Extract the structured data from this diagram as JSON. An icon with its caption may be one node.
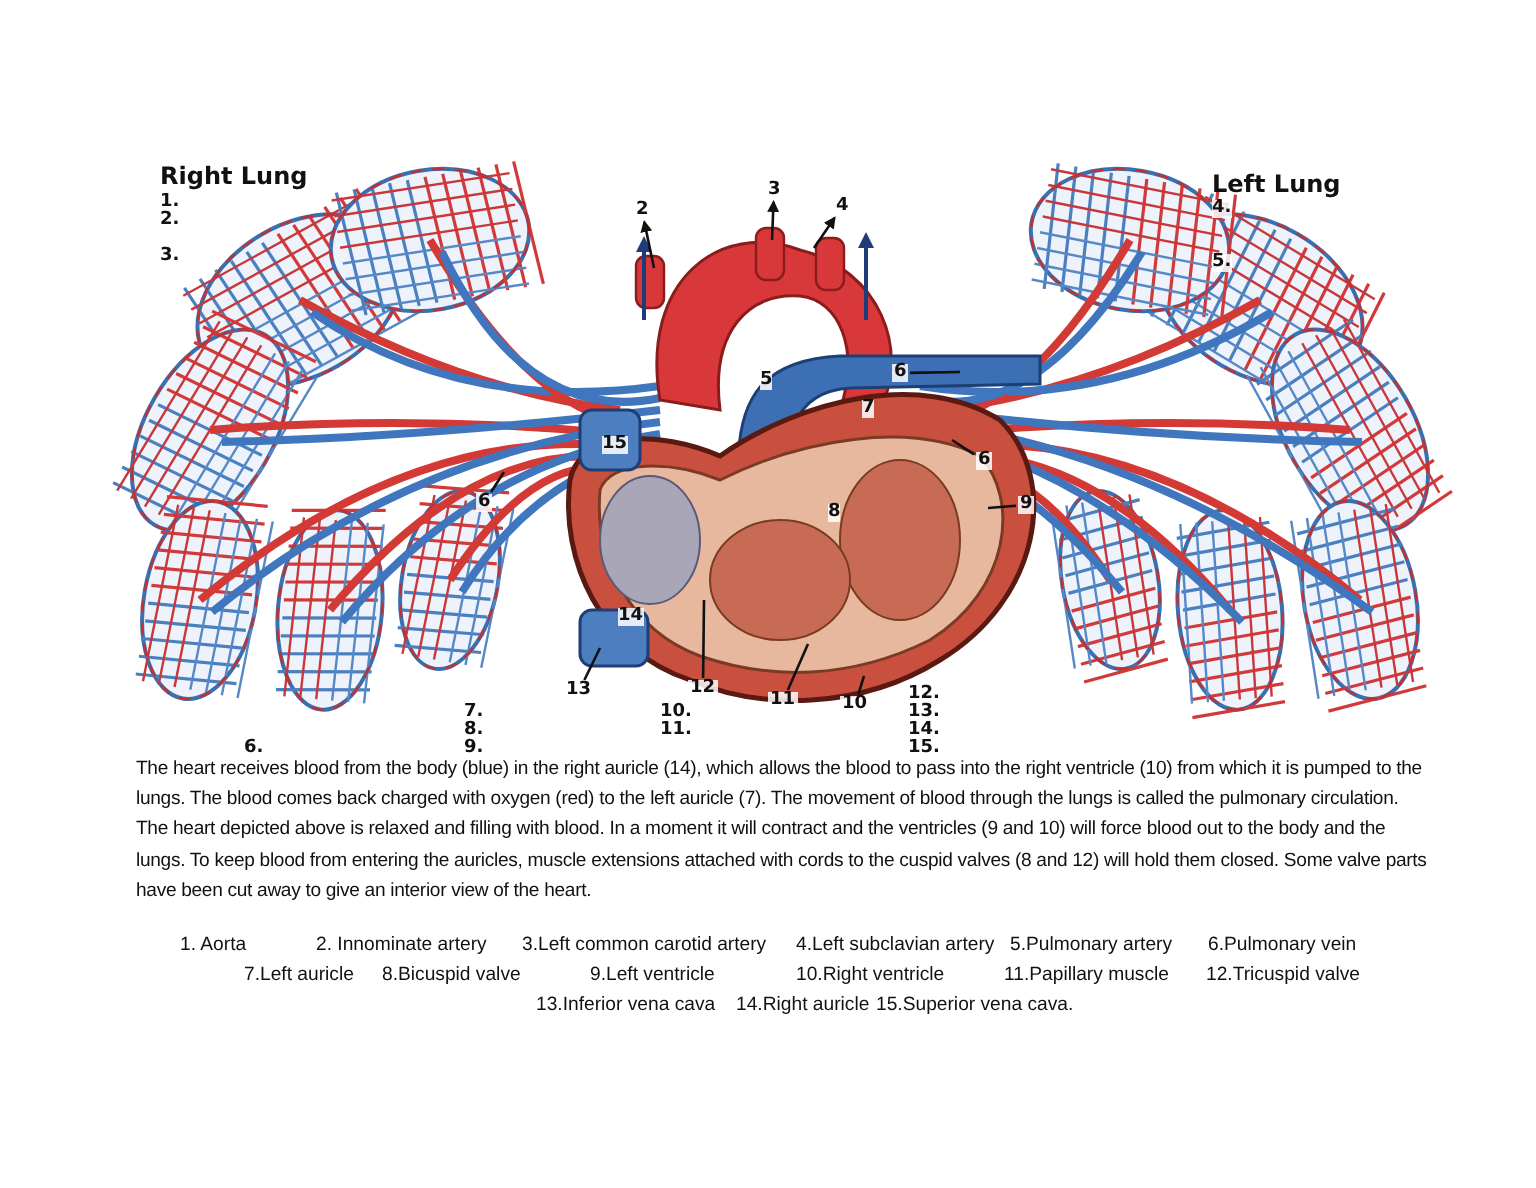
{
  "diagram": {
    "caption": "The heart receives blood from the body (blue) in the right auricle (14), which allows the blood to pass into the right ventricle (10) from which it is pumped to the lungs. The blood comes back charged with oxygen (red) to the left auricle (7). The movement of blood through the lungs is called the pulmonary circulation. The heart depicted above is relaxed and filling with blood. In a moment it will contract and the ventricles (9 and 10) will force blood out to the body and the lungs. To keep blood from entering the auricles, muscle extensions attached with cords to the cuspid valves (8 and 12) will hold them closed. Some valve parts have been cut away to give an interior view of the heart.",
    "nodes": [
      {
        "text": [
          "2"
        ]
      },
      {
        "text": [
          "3"
        ]
      },
      {
        "text": [
          "4"
        ]
      },
      {
        "text": [
          "6"
        ]
      },
      {
        "text": [
          "6"
        ]
      },
      {
        "text": [
          "6"
        ]
      },
      {
        "text": [
          "9"
        ]
      },
      {
        "text": [
          "13"
        ]
      },
      {
        "text": [
          "12"
        ]
      },
      {
        "text": [
          "11"
        ]
      },
      {
        "text": [
          "10"
        ]
      }
    ],
    "edges": [
      {
        "from": null,
        "to": 0,
        "arrow": "to"
      },
      {
        "from": null,
        "to": 1,
        "arrow": "to"
      },
      {
        "from": null,
        "to": 2,
        "arrow": "to"
      },
      {
        "from": 3,
        "to": null,
        "arrow": "none"
      },
      {
        "from": 4,
        "to": null,
        "arrow": "none"
      },
      {
        "from": 5,
        "to": null,
        "arrow": "none"
      },
      {
        "from": 6,
        "to": null,
        "arrow": "none"
      },
      {
        "from": 7,
        "to": null,
        "arrow": "none"
      },
      {
        "from": 8,
        "to": null,
        "arrow": "none"
      },
      {
        "from": 9,
        "to": null,
        "arrow": "none"
      },
      {
        "from": 10,
        "to": null,
        "arrow": "none"
      }
    ],
    "labels": [
      "Right Lung",
      "1.",
      "2.",
      "3.",
      "Left Lung",
      "4.",
      "5.",
      "5",
      "7",
      "15",
      "8",
      "14",
      "12.",
      "7.",
      "10.",
      "13.",
      "8.",
      "11.",
      "14.",
      "6.",
      "9.",
      "15.",
      "1. Aorta",
      "2. Innominate artery",
      "3.Left common carotid artery",
      "4.Left subclavian artery",
      "5.Pulmonary artery",
      "6.Pulmonary vein",
      "7.Left auricle",
      "8.Bicuspid valve",
      "9.Left ventricle",
      "10.Right ventricle",
      "11.Papillary muscle",
      "12.Tricuspid valve",
      "13.Inferior vena cava",
      "14.Right auricle",
      "15.Superior vena cava."
    ]
  }
}
